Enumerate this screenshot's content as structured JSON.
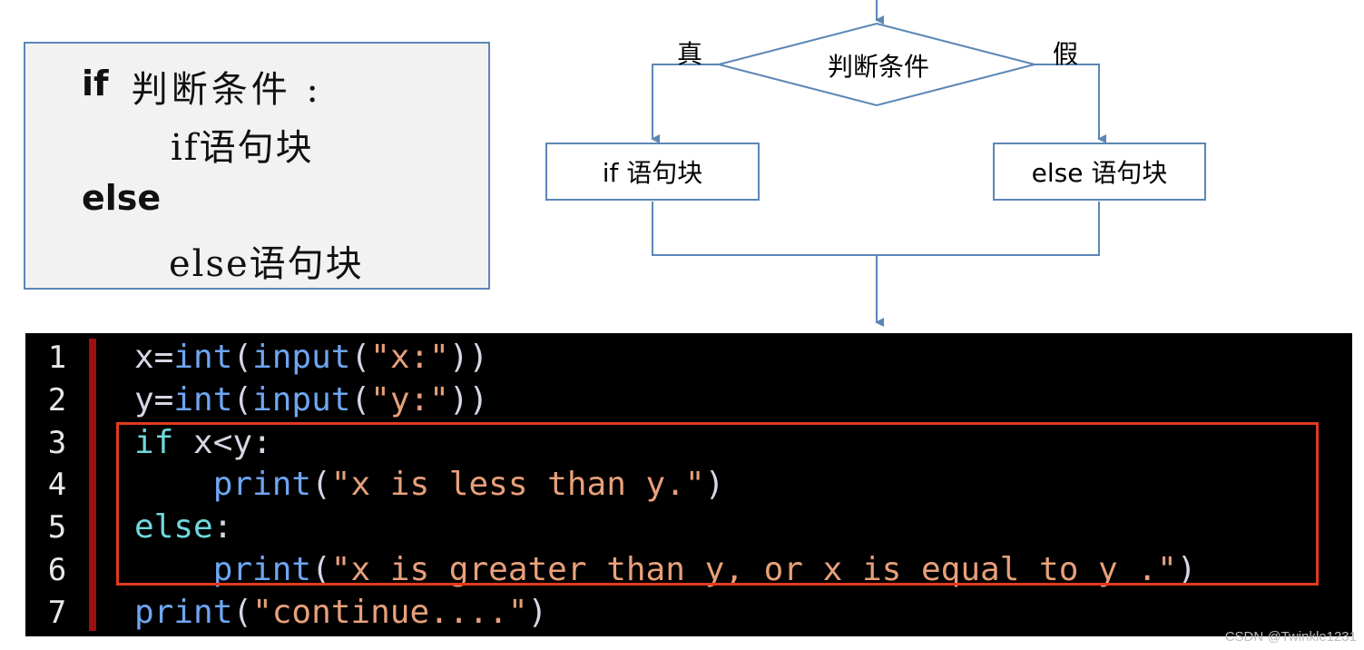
{
  "syntax": {
    "if_kw": "if",
    "condition": " 判断条件 :",
    "if_block": "if语句块",
    "else_kw": "else",
    "else_block": "else语句块"
  },
  "flowchart": {
    "decision": "判断条件",
    "true_label": "真",
    "false_label": "假",
    "if_box": "if 语句块",
    "else_box": "else 语句块",
    "line_color": "#5b87b5"
  },
  "code": {
    "line_numbers": [
      "1",
      "2",
      "3",
      "4",
      "5",
      "6",
      "7"
    ],
    "lines": [
      [
        [
          "c-pl",
          "x="
        ],
        [
          "c-fn",
          "int"
        ],
        [
          "c-pl",
          "("
        ],
        [
          "c-fn",
          "input"
        ],
        [
          "c-pl",
          "("
        ],
        [
          "c-str",
          "\"x:\""
        ],
        [
          "c-pl",
          "))"
        ]
      ],
      [
        [
          "c-pl",
          "y="
        ],
        [
          "c-fn",
          "int"
        ],
        [
          "c-pl",
          "("
        ],
        [
          "c-fn",
          "input"
        ],
        [
          "c-pl",
          "("
        ],
        [
          "c-str",
          "\"y:\""
        ],
        [
          "c-pl",
          "))"
        ]
      ],
      [
        [
          "c-kw",
          "if"
        ],
        [
          "c-pl",
          " x<y:"
        ]
      ],
      [
        [
          "c-pl",
          "    "
        ],
        [
          "c-fn",
          "print"
        ],
        [
          "c-pl",
          "("
        ],
        [
          "c-str",
          "\"x is less than y.\""
        ],
        [
          "c-pl",
          ")"
        ]
      ],
      [
        [
          "c-kw",
          "else"
        ],
        [
          "c-pl",
          ":"
        ]
      ],
      [
        [
          "c-pl",
          "    "
        ],
        [
          "c-fn",
          "print"
        ],
        [
          "c-pl",
          "("
        ],
        [
          "c-str",
          "\"x is greater than y, or x is equal to y .\""
        ],
        [
          "c-pl",
          ")"
        ]
      ],
      [
        [
          "c-fn",
          "print"
        ],
        [
          "c-pl",
          "("
        ],
        [
          "c-str",
          "\"continue....\""
        ],
        [
          "c-pl",
          ")"
        ]
      ]
    ],
    "highlight_color": "#e23a1e"
  },
  "watermark": "CSDN @Twinkle1231"
}
